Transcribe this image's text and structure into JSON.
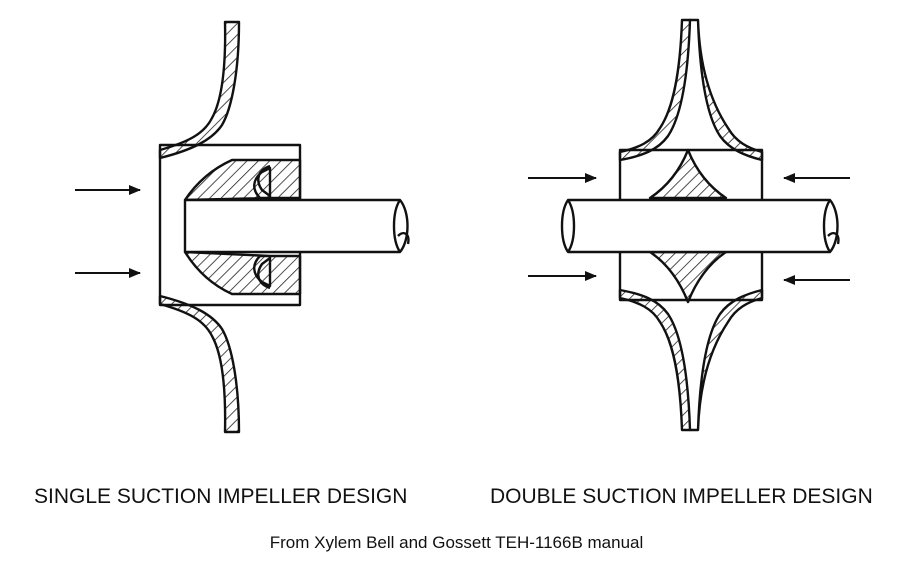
{
  "figure": {
    "left_title": "SINGLE SUCTION IMPELLER DESIGN",
    "right_title": "DOUBLE SUCTION IMPELLER DESIGN",
    "source": "From Xylem Bell and Gossett TEH-1166B manual"
  },
  "style": {
    "ink": "#111111",
    "hatch": "#222222",
    "paper": "#ffffff"
  }
}
